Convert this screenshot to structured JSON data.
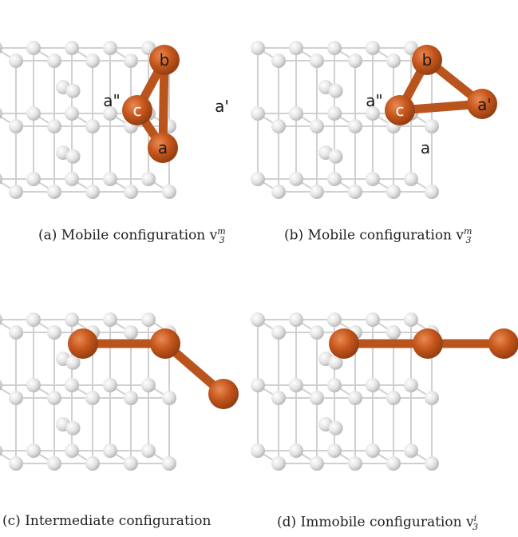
{
  "panels": [
    {
      "id": "a",
      "caption_prefix": "(a) Mobile configuration v",
      "caption_sub": "3",
      "caption_sup": "m",
      "atom_labels": {
        "b": "b",
        "c": "c",
        "a": "a",
        "a2": "a\"",
        "a1": "a'"
      }
    },
    {
      "id": "b",
      "caption_prefix": "(b) Mobile configuration v",
      "caption_sub": "3",
      "caption_sup": "m",
      "atom_labels": {
        "b": "b",
        "c": "c",
        "a1": "a'",
        "a2": "a\"",
        "a": "a"
      }
    },
    {
      "id": "c",
      "caption_prefix": "(c) Intermediate configuration",
      "caption_sub": "",
      "caption_sup": ""
    },
    {
      "id": "d",
      "caption_prefix": "(d) Immobile configuration v",
      "caption_sub": "3",
      "caption_sup": "i"
    }
  ],
  "colors": {
    "lattice_atom": "#e6e6e6",
    "lattice_edge": "#d0d0d0",
    "defect_atom": "#c0561f",
    "defect_bond": "#b9551c",
    "label_dark": "#1a1a1a",
    "label_light": "#ffffff"
  }
}
